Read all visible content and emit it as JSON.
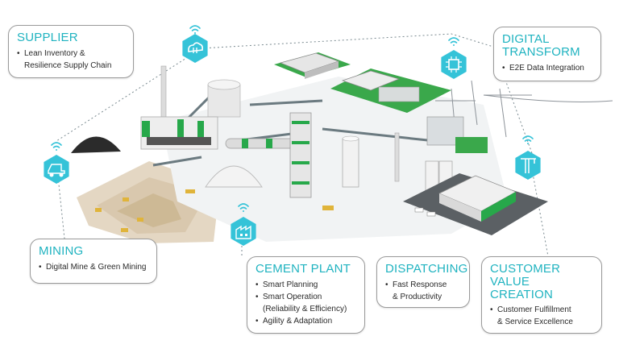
{
  "colors": {
    "accent": "#1fb3c0",
    "hex_fill": "#35c3d8",
    "plant_green": "#27a84a",
    "border": "#9a9a9a"
  },
  "callouts": {
    "supplier": {
      "title": "SUPPLIER",
      "items": [
        "Lean Inventory &",
        "Resilience Supply Chain"
      ]
    },
    "digital": {
      "title_line1": "DIGITAL",
      "title_line2": "TRANSFORM",
      "items": [
        "E2E Data Integration"
      ]
    },
    "mining": {
      "title": "MINING",
      "items": [
        "Digital Mine & Green Mining"
      ]
    },
    "cement": {
      "title": "CEMENT PLANT",
      "items": [
        "Smart Planning",
        "Smart Operation",
        "(Reliability & Efficiency)",
        "Agility & Adaptation"
      ]
    },
    "dispatch": {
      "title": "DISPATCHING",
      "items": [
        "Fast Response",
        "& Productivity"
      ]
    },
    "cvc": {
      "title_line1": "CUSTOMER VALUE",
      "title_line2": "CREATION",
      "items": [
        "Customer Fulfillment",
        "& Service Excellence"
      ]
    }
  },
  "icons": [
    "cloud-sync-icon",
    "chip-icon",
    "mining-truck-icon",
    "tower-crane-icon",
    "factory-icon",
    "wifi-icon"
  ]
}
